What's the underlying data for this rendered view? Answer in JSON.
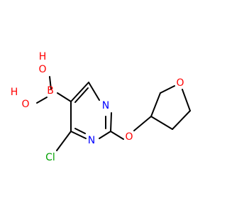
{
  "structure": {
    "atoms": [
      {
        "symbol": "O",
        "color": "#ff0000"
      },
      {
        "symbol": "H",
        "color": "#ff0000"
      },
      {
        "symbol": "O",
        "color": "#ff0000"
      },
      {
        "symbol": "H",
        "color": "#ff0000"
      },
      {
        "symbol": "B",
        "color": "#ff0000"
      },
      {
        "symbol": "N",
        "color": "#0000ff"
      },
      {
        "symbol": "N",
        "color": "#0000ff"
      },
      {
        "symbol": "Cl",
        "color": "#00a000"
      },
      {
        "symbol": "O",
        "color": "#ff0000"
      },
      {
        "symbol": "O",
        "color": "#ff0000"
      }
    ]
  }
}
